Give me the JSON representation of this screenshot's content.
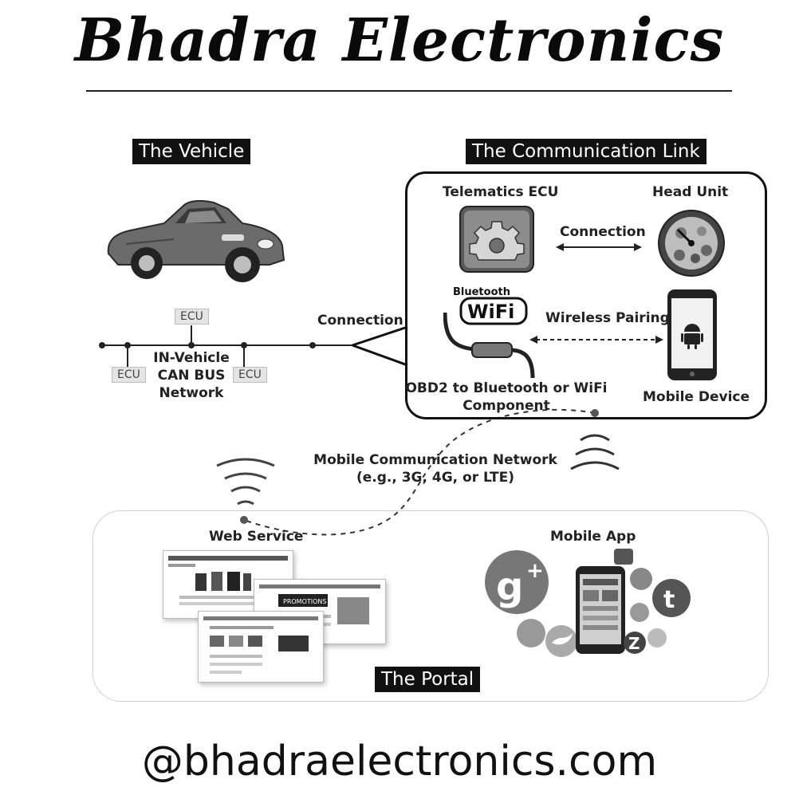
{
  "header": {
    "title": "Bhadra Electronics"
  },
  "sections": {
    "vehicle": "The Vehicle",
    "communication_link": "The Communication Link",
    "portal": "The Portal"
  },
  "vehicle": {
    "ecu_top": "ECU",
    "ecu_left": "ECU",
    "ecu_right": "ECU",
    "can_bus": [
      "IN-Vehicle",
      "CAN BUS",
      "Network"
    ],
    "connection": "Connection"
  },
  "link": {
    "telematics_ecu": "Telematics ECU",
    "head_unit": "Head Unit",
    "connection": "Connection",
    "bluetooth": "Bluetooth",
    "wifi": "WiFi",
    "wireless_pairing": "Wireless Pairing",
    "mobile_device": "Mobile Device",
    "obd2": [
      "OBD2 to Bluetooth or WiFi",
      "Component"
    ]
  },
  "network": {
    "title": "Mobile Communication Network",
    "subtitle": "(e.g., 3G, 4G, or LTE)"
  },
  "portal": {
    "web_service": "Web Service",
    "mobile_app": "Mobile App",
    "website_banner": "PROMOTIONS"
  },
  "footer": {
    "handle": "@bhadraelectronics.com"
  },
  "colors": {
    "ink": "#111111",
    "panel_border": "#d0d0d0",
    "ecu_fill": "#e4e4e4"
  }
}
